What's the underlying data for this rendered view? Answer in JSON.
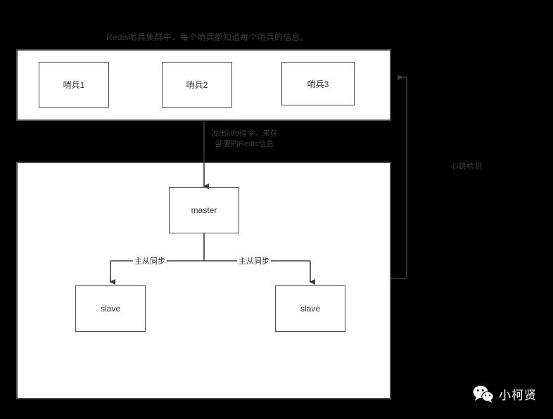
{
  "title": "Redis哨兵集群中，每个哨兵都知道每个哨兵的信息。",
  "sentinel_panel": {
    "nodes": [
      {
        "label": "哨兵1"
      },
      {
        "label": "哨兵2"
      },
      {
        "label": "哨兵3"
      }
    ]
  },
  "redis_panel": {
    "master": {
      "label": "master"
    },
    "slaves": [
      {
        "label": "slave"
      },
      {
        "label": "slave"
      }
    ]
  },
  "edges": {
    "info_command": "发出info指令，来获\n  部署的Redis信息",
    "heartbeat": "心跳检测",
    "sync_left": "主从同步",
    "sync_right": "主从同步"
  },
  "watermark": {
    "icon": "wechat-icon",
    "text": "小柯贤"
  },
  "colors": {
    "background": "#000000",
    "panel_fill": "#ffffff",
    "stroke": "#4d4d4d",
    "dark_text": "#3a3a3a",
    "node_text": "#333333",
    "watermark_text": "#ffffff"
  }
}
